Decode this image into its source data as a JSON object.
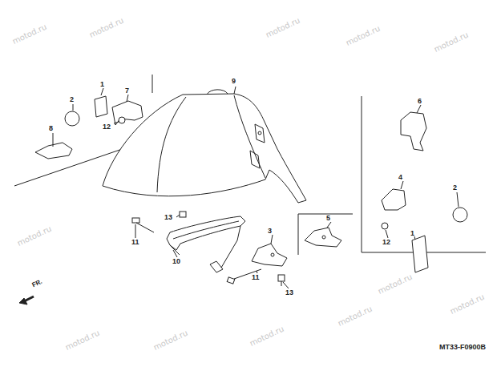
{
  "diagram": {
    "labels": [
      "1",
      "2",
      "7",
      "12",
      "8",
      "9",
      "6",
      "4",
      "2",
      "12",
      "1",
      "13",
      "11",
      "10",
      "3",
      "11",
      "13",
      "5",
      "FR.",
      "MT33-F0900B",
      "motod.ru",
      "motod.ru",
      "motod.ru",
      "motod.ru",
      "motod.ru",
      "motod.ru",
      "motod.ru",
      "motod.ru",
      "motod.ru",
      "motod.ru",
      "motod.ru",
      "motod.ru"
    ]
  }
}
